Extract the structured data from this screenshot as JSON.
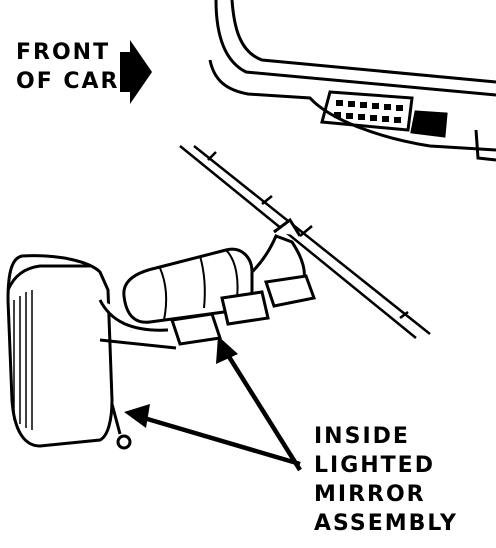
{
  "labels": {
    "front_line1": "FRONT",
    "front_line2": "OF CAR",
    "callout_line1": "INSIDE",
    "callout_line2": "LIGHTED",
    "callout_line3": "MIRROR",
    "callout_line4": "ASSEMBLY"
  },
  "colors": {
    "ink": "#000000",
    "paper": "#ffffff"
  }
}
